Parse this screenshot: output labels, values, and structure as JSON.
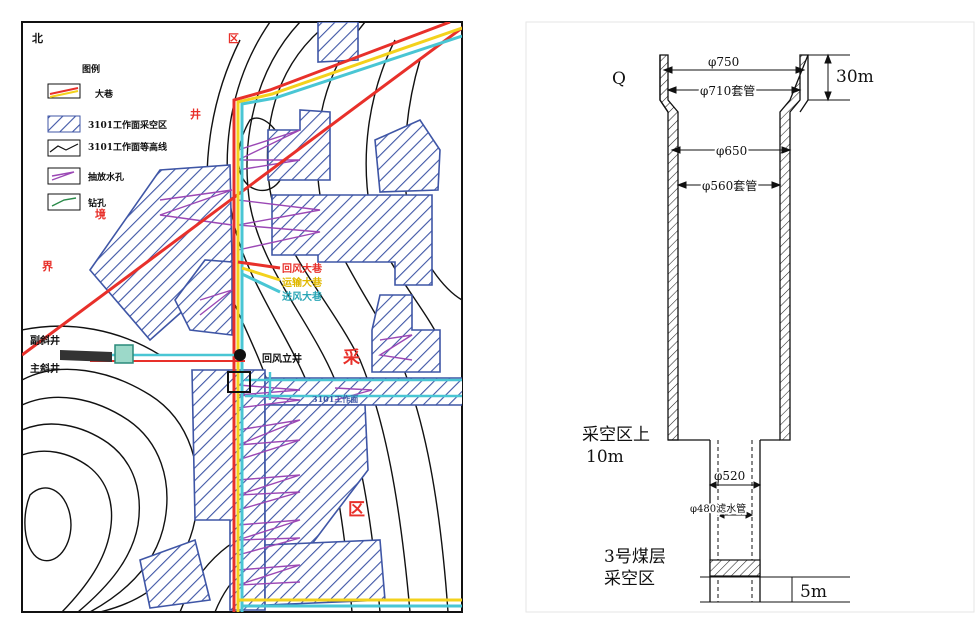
{
  "left_map": {
    "north": "北",
    "legend": {
      "title": "图例",
      "items": [
        "大巷",
        "3101工作面采空区",
        "3101工作面等高线",
        "抽放水孔",
        "钻孔"
      ]
    },
    "roadway_labels": [
      "回风大巷",
      "运输大巷",
      "进风大巷"
    ],
    "shaft_labels": [
      "副斜井",
      "主斜井",
      "回风立井"
    ],
    "area_chars": [
      "采",
      "区"
    ],
    "left_boundary_chars": [
      "区",
      "井",
      "境",
      "界"
    ],
    "panel_label": "3101工作面",
    "colors": {
      "red": "#e8302a",
      "yellow": "#f3d21c",
      "cyan": "#49c6d4",
      "blue": "#3f56a6",
      "purple": "#9b48b5",
      "frame": "#111111"
    }
  },
  "right_diagram": {
    "labels": {
      "q": "Q",
      "top_height": "30m",
      "phi750": "φ750",
      "phi710": "φ710套管",
      "phi650": "φ650",
      "phi560": "φ560套管",
      "above_goaf_line1": "采空区上",
      "above_goaf_line2": "10m",
      "phi520": "φ520",
      "phi480": "φ480滤水管",
      "seam_line1": "3号煤层",
      "seam_line2": "采空区",
      "bottom_height": "5m"
    }
  }
}
